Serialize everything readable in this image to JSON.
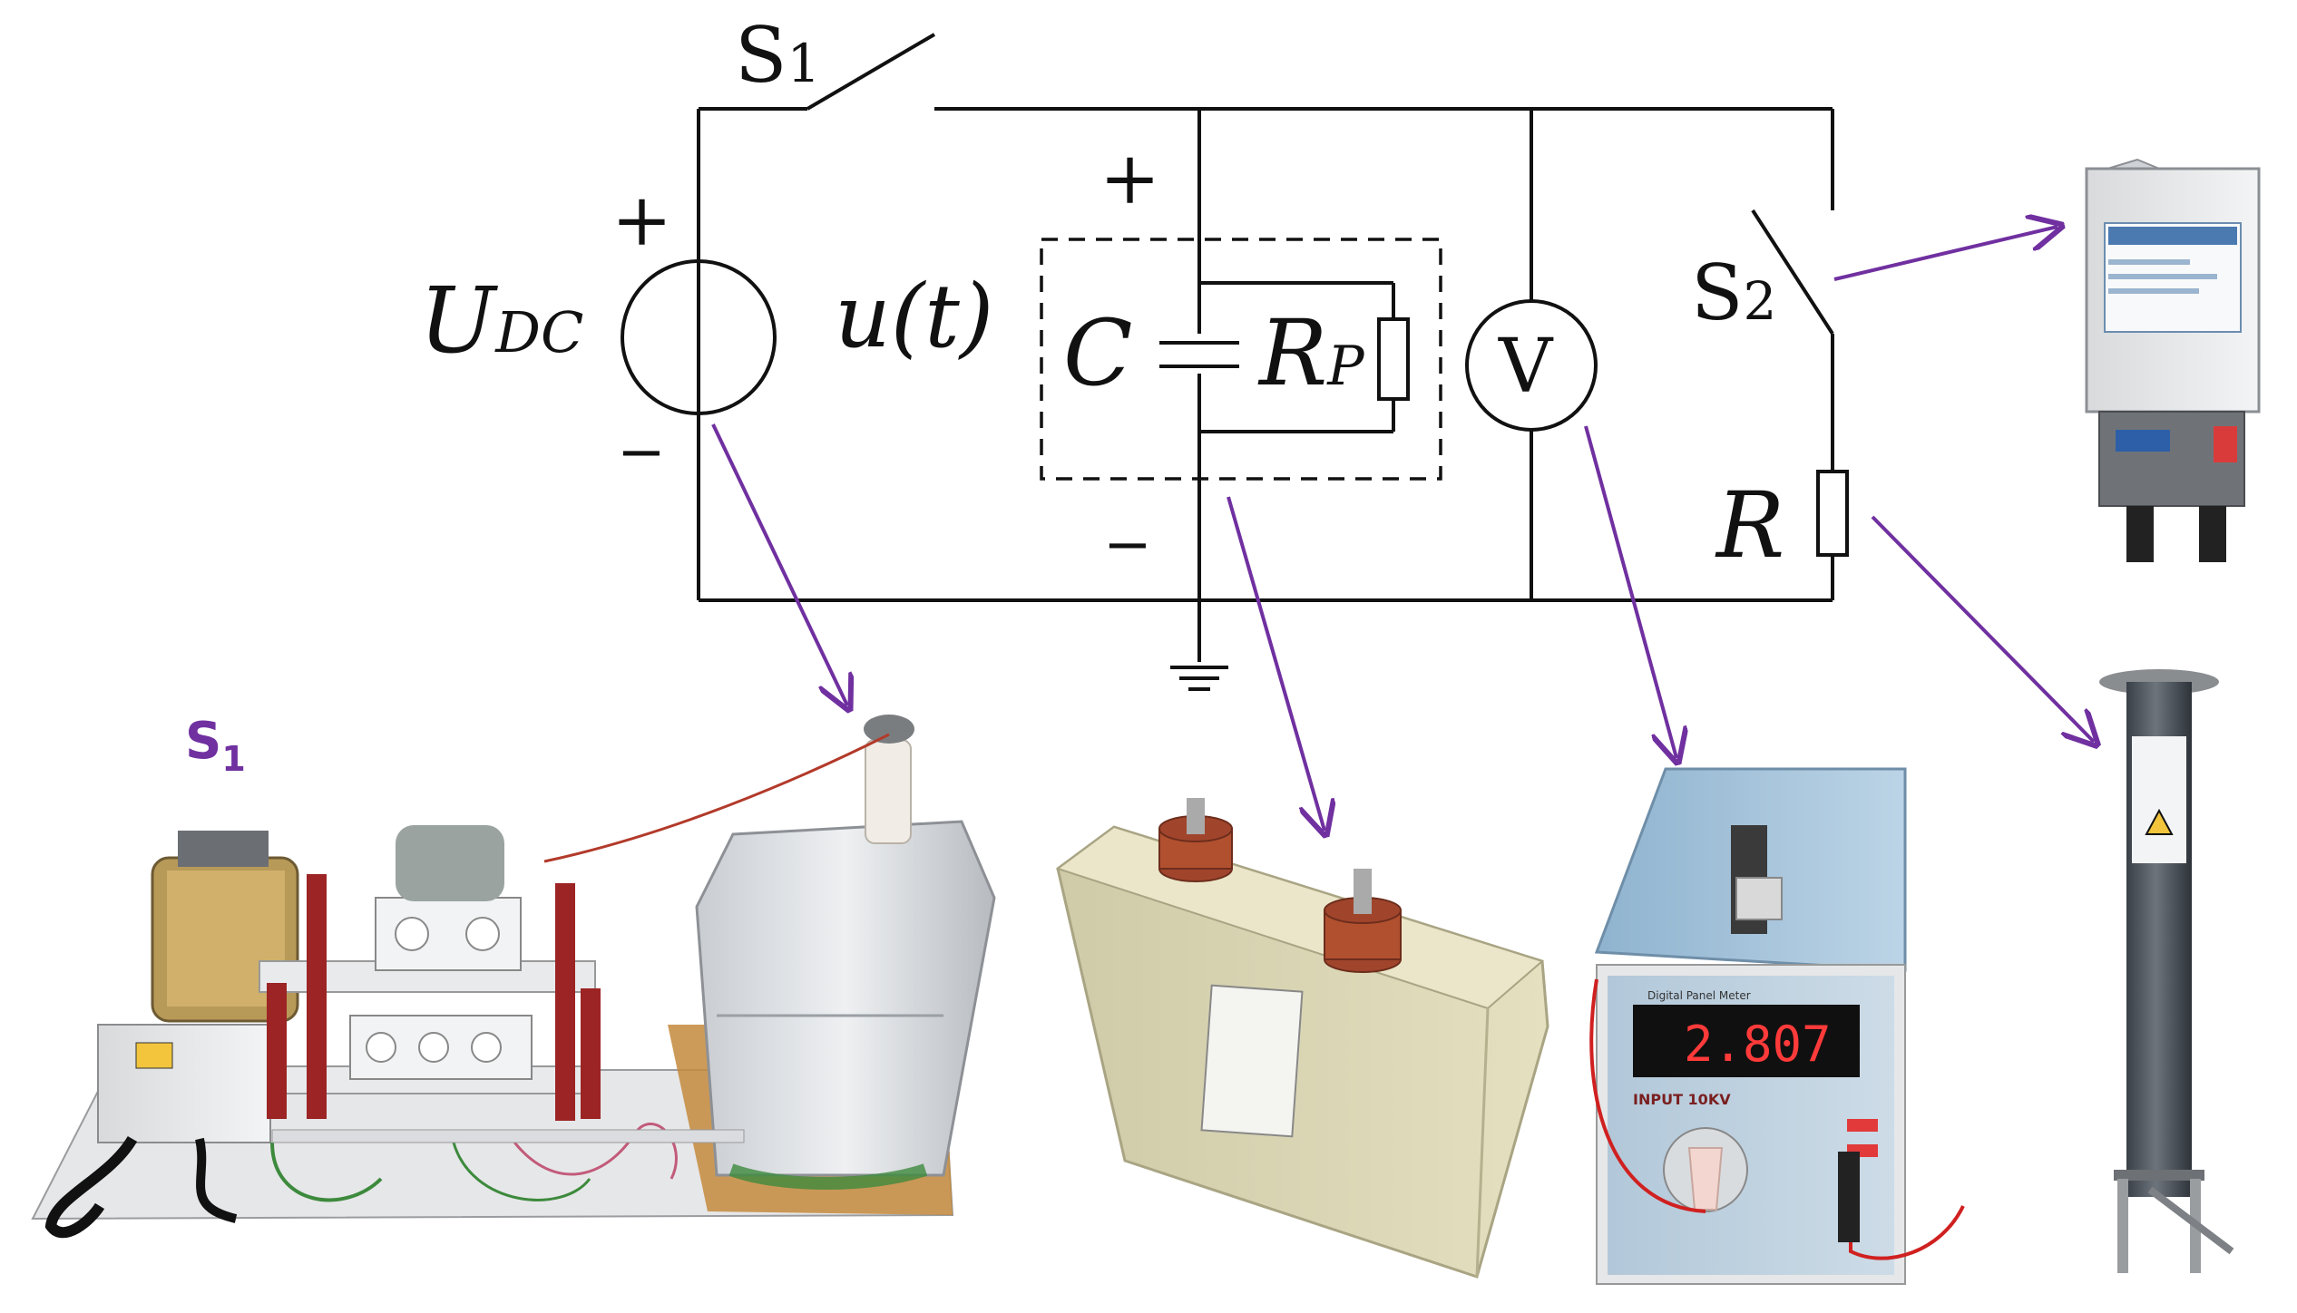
{
  "circuit": {
    "switch1": "S",
    "switch1_sub": "1",
    "switch2": "S",
    "switch2_sub": "2",
    "source_main": "U",
    "source_sub": "DC",
    "source_plus": "+",
    "source_minus": "−",
    "voltage_label": "u(t)",
    "cap_plus": "+",
    "cap_minus": "−",
    "capacitor": "C",
    "rp_main": "R",
    "rp_sub": "P",
    "voltmeter": "V",
    "resistor": "R"
  },
  "photos": {
    "source_label": "S",
    "source_label_sub": "1",
    "voltmeter_display": "2.807",
    "voltmeter_panel": "Digital Panel Meter",
    "voltmeter_input": "INPUT 10KV"
  },
  "colors": {
    "arrow": "#7030a0",
    "wire": "#111111"
  }
}
